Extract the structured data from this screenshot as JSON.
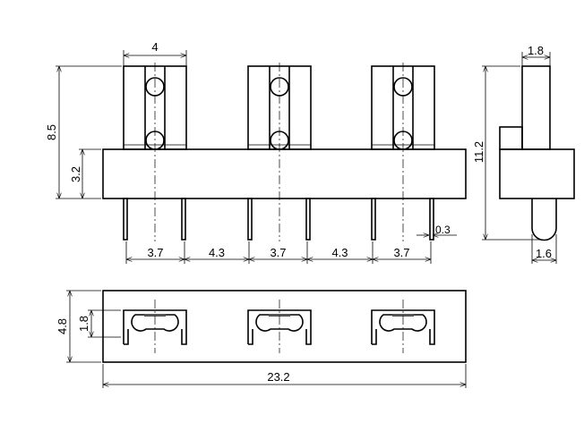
{
  "front_view": {
    "tower_width": "4",
    "total_height": "8.5",
    "base_height": "3.2",
    "pitches": [
      "3.7",
      "4.3",
      "3.7",
      "4.3",
      "3.7"
    ],
    "pin_thickness": "0.3"
  },
  "side_view": {
    "top_width": "1.8",
    "total_height": "11.2",
    "pin_width": "1.6"
  },
  "top_view": {
    "depth": "4.8",
    "contact_depth": "1.8",
    "total_length": "23.2"
  }
}
